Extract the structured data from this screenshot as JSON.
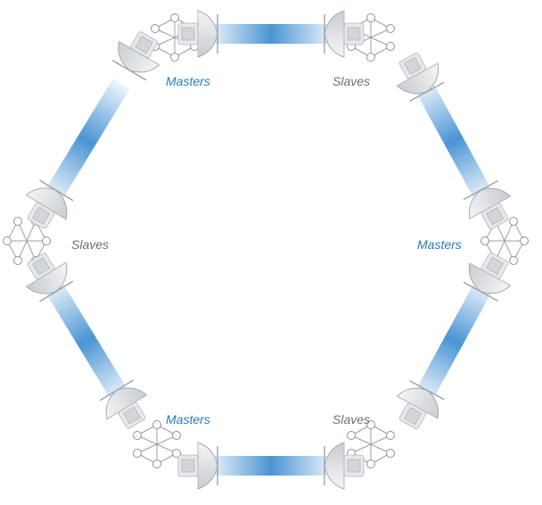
{
  "labels": {
    "master": "Masters",
    "slave": "Slaves"
  },
  "nodes": [
    {
      "id": "top",
      "role": "master"
    },
    {
      "id": "top-right",
      "role": "slave"
    },
    {
      "id": "right",
      "role": "master"
    },
    {
      "id": "bottom-right",
      "role": "slave"
    },
    {
      "id": "bottom",
      "role": "master"
    },
    {
      "id": "left",
      "role": "slave"
    }
  ],
  "colors": {
    "link_dark": "#4a95d3",
    "link_light": "#eef5fc",
    "master_text": "#2a7ab8",
    "slave_text": "#6f6f6f",
    "dish": "#d9dcdf"
  },
  "icons": [
    "radio-dish-icon",
    "mast-bracket-icon"
  ]
}
